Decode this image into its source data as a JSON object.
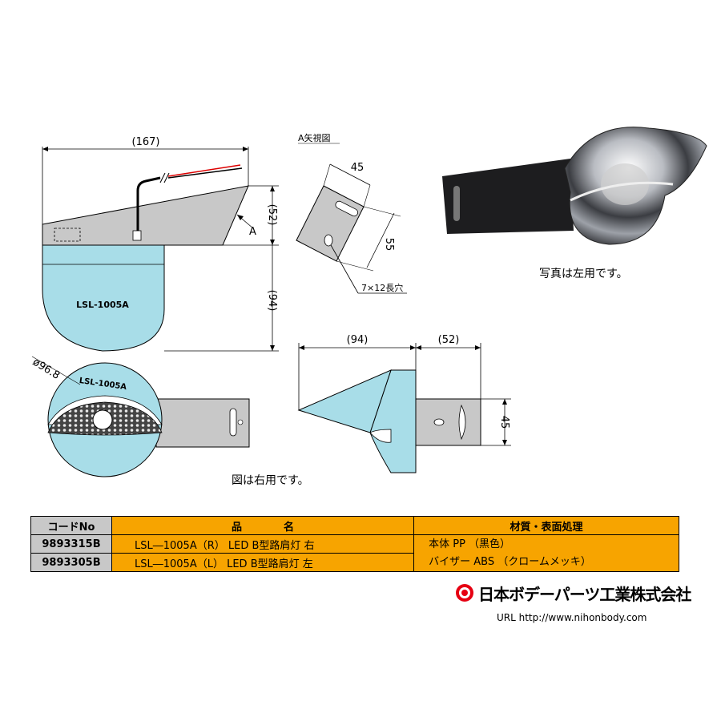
{
  "drawing": {
    "label_167": "(167)",
    "label_52_side": "(52)",
    "label_94_side": "(94)",
    "label_A": "A",
    "model_label_side": "LSL-1005A",
    "view_A_title": "A矢視図",
    "label_45_top": "45",
    "label_55": "55",
    "slot_note": "7×12長穴",
    "label_dia": "ø96.8",
    "model_label_front": "LSL-1005A",
    "label_94_top": "(94)",
    "label_52_top": "(52)",
    "label_45_right": "45",
    "caption_right_use": "図は右用です。",
    "caption_photo": "写真は左用です。"
  },
  "table": {
    "header_code": "コードNo",
    "header_name": "品　　　　名",
    "header_material": "材質・表面処理",
    "rows": [
      {
        "code": "9893315B",
        "name": "LSL―1005A（R） LED  B型路肩灯   右"
      },
      {
        "code": "9893305B",
        "name": "LSL―1005A（L） LED  B型路肩灯   左"
      }
    ],
    "material_line1": "本体  PP （黒色）",
    "material_line2": "バイザー  ABS （クロームメッキ）"
  },
  "footer": {
    "company": "日本ボデーパーツ工業株式会社",
    "url": "URL  http://www.nihonbody.com"
  },
  "colors": {
    "lens": "#a8dde8",
    "bracket": "#c8c8c8",
    "table_orange": "#f7a400",
    "table_gray": "#c8c8c8",
    "logo_red": "#e60012"
  }
}
